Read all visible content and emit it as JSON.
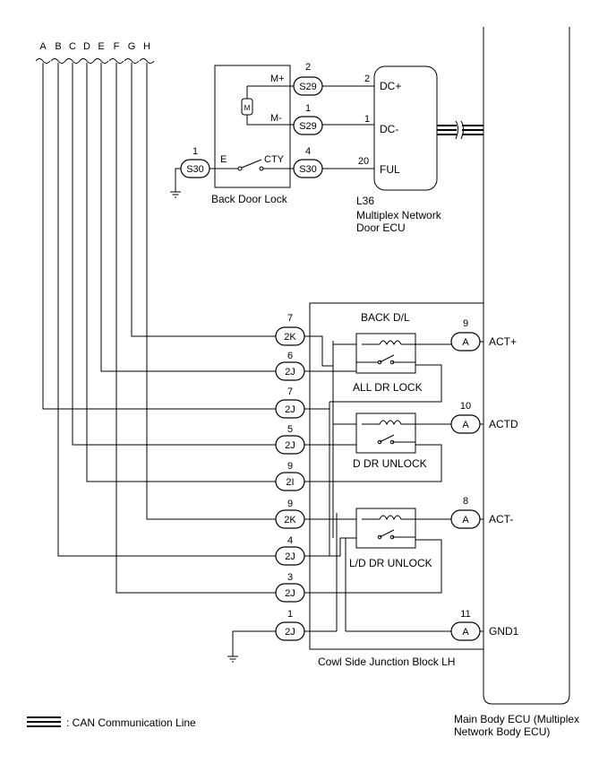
{
  "connector_letters": [
    "A",
    "B",
    "C",
    "D",
    "E",
    "F",
    "G",
    "H"
  ],
  "back_door_lock": {
    "label": "Back Door Lock",
    "motor_symbol": "M",
    "pins": {
      "m_plus": "M+",
      "m_minus": "M-",
      "e": "E",
      "cty": "CTY"
    }
  },
  "door_ecu": {
    "code": "L36",
    "name_line1": "Multiplex Network",
    "name_line2": "Door ECU",
    "pins": {
      "dc_plus": "DC+",
      "dc_minus": "DC-",
      "ful": "FUL"
    }
  },
  "top_connectors": [
    {
      "id": "S29",
      "pin": "2",
      "ecu_pin": "2"
    },
    {
      "id": "S29",
      "pin": "1",
      "ecu_pin": "1"
    },
    {
      "id": "S30",
      "pin": "4",
      "ecu_pin": "20"
    },
    {
      "id": "S30",
      "pin": "1"
    }
  ],
  "junction_block": {
    "label": "Cowl Side Junction Block LH",
    "title": "BACK D/L",
    "relays": [
      "ALL DR LOCK",
      "D DR UNLOCK",
      "L/D DR UNLOCK"
    ]
  },
  "jb_left_connectors": [
    {
      "id": "2K",
      "pin": "7"
    },
    {
      "id": "2J",
      "pin": "6"
    },
    {
      "id": "2J",
      "pin": "7"
    },
    {
      "id": "2J",
      "pin": "5"
    },
    {
      "id": "2I",
      "pin": "9"
    },
    {
      "id": "2K",
      "pin": "9"
    },
    {
      "id": "2J",
      "pin": "4"
    },
    {
      "id": "2J",
      "pin": "3"
    },
    {
      "id": "2J",
      "pin": "1"
    }
  ],
  "ecu_right_connectors": [
    {
      "id": "A",
      "pin": "9",
      "terminal": "ACT+"
    },
    {
      "id": "A",
      "pin": "10",
      "terminal": "ACTD"
    },
    {
      "id": "A",
      "pin": "8",
      "terminal": "ACT-"
    },
    {
      "id": "A",
      "pin": "11",
      "terminal": "GND1"
    }
  ],
  "main_ecu": {
    "line1": "Main Body ECU (Multiplex",
    "line2": "Network Body ECU)"
  },
  "legend": {
    "label": ": CAN Communication Line"
  }
}
